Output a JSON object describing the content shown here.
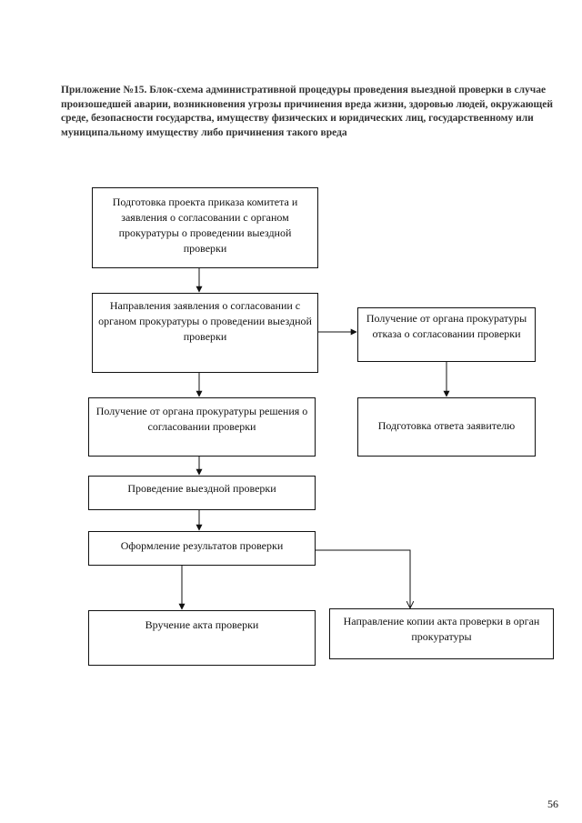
{
  "title": "Приложение №15. Блок-схема административной процедуры проведения выездной проверки в случае произошедшей аварии, возникновения угрозы причинения вреда жизни, здоровью людей, окружающей среде, безопасности государства, имуществу физических и юридических лиц, государственному или муниципальному имуществу либо причинения такого вреда",
  "boxes": {
    "prepare_order": "Подготовка проекта приказа комитета и заявления о согласовании с органом прокуратуры о проведении выездной проверки",
    "send_application": "Направления заявления о согласовании с органом прокуратуры о проведении выездной проверки",
    "receive_refusal": "Получение от органа прокуратуры отказа о согласовании проверки",
    "receive_approval": "Получение от органа прокуратуры решения о согласовании проверки",
    "prepare_reply": "Подготовка ответа заявителю",
    "conduct_inspection": "Проведение выездной проверки",
    "record_results": "Оформление результатов проверки",
    "deliver_act": "Вручение акта проверки",
    "send_copy": "Направление копии акта проверки в орган прокуратуры"
  },
  "page_number": "56"
}
